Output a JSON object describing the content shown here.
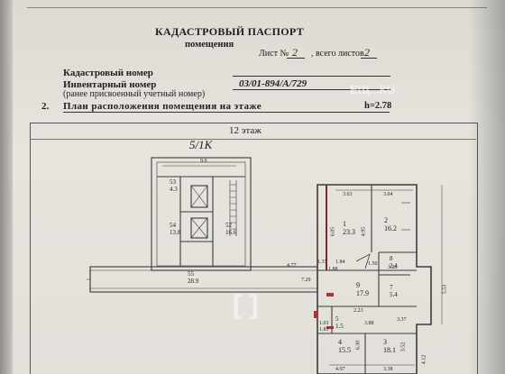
{
  "header": {
    "title": "КАДАСТРОВЫЙ ПАСПОРТ",
    "subtitle": "помещения",
    "sheet_label": "Лист №",
    "sheet_value": "2",
    "total_label": ", всего листов",
    "total_value": "2"
  },
  "fields": {
    "cadastral_label": "Кадастровый номер",
    "inventory_label": "Инвентарный номер",
    "inventory_value": "03/01-894/А/729",
    "prev_label": "(ранее присвоенный учетный номер)"
  },
  "section": {
    "number": "2.",
    "title": "План расположения помещения на этаже",
    "height": "h=2.78"
  },
  "plan": {
    "floor": "12 этаж",
    "building_mark": "5/1К",
    "rooms": [
      {
        "id": "53",
        "area": "4.3"
      },
      {
        "id": "54",
        "area": "13.8"
      },
      {
        "id": "52",
        "area": "16.6"
      },
      {
        "id": "55",
        "area": "28.9"
      },
      {
        "id": "1",
        "area": "23.3"
      },
      {
        "id": "2",
        "area": "16.2"
      },
      {
        "id": "9",
        "area": "17.9"
      },
      {
        "id": "8",
        "area": "2.4"
      },
      {
        "id": "7",
        "area": "5.4"
      },
      {
        "id": "5",
        "area": "1.5"
      },
      {
        "id": "4",
        "area": "15.5"
      },
      {
        "id": "3",
        "area": "18.1"
      }
    ],
    "dims": [
      "9.0",
      "3.63",
      "3.04",
      "6.05",
      "4.95",
      "1.88",
      "1.37",
      "1.84",
      "4.77",
      "7.29",
      "3.26",
      "1.50",
      "2.23",
      "5.53",
      "3.88",
      "3.37",
      "6.30",
      "3.52",
      "3.38",
      "4.12",
      "1.03",
      "1.81",
      "4.97"
    ]
  },
  "watermarks": {
    "top": "ЕЩ...КU",
    "center": "[ ]"
  }
}
